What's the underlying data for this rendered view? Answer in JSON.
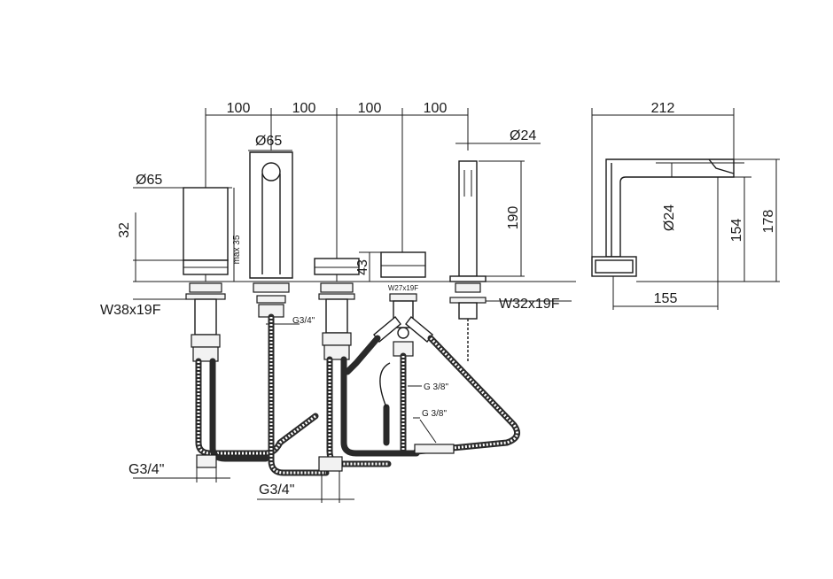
{
  "drawing": {
    "spacing": [
      "100",
      "100",
      "100",
      "100"
    ],
    "side_width": "212",
    "diameter_left": "Ø65",
    "diameter_spout": "Ø65",
    "diameter_handshower": "Ø24",
    "diameter_side": "Ø24",
    "height_32": "32",
    "height_max35": "max 35",
    "height_190": "190",
    "height_43": "43",
    "thread_w38": "W38x19F",
    "thread_w32": "W32x19F",
    "thread_w27": "W27x19F",
    "thread_g34_spout": "G3/4\"",
    "thread_g38_a": "G 3/8\"",
    "thread_g38_b": "G 3/8\"",
    "thread_g34_left": "G3/4\"",
    "thread_g34_bottom": "G3/4\"",
    "side_154": "154",
    "side_178": "178",
    "side_155": "155"
  }
}
